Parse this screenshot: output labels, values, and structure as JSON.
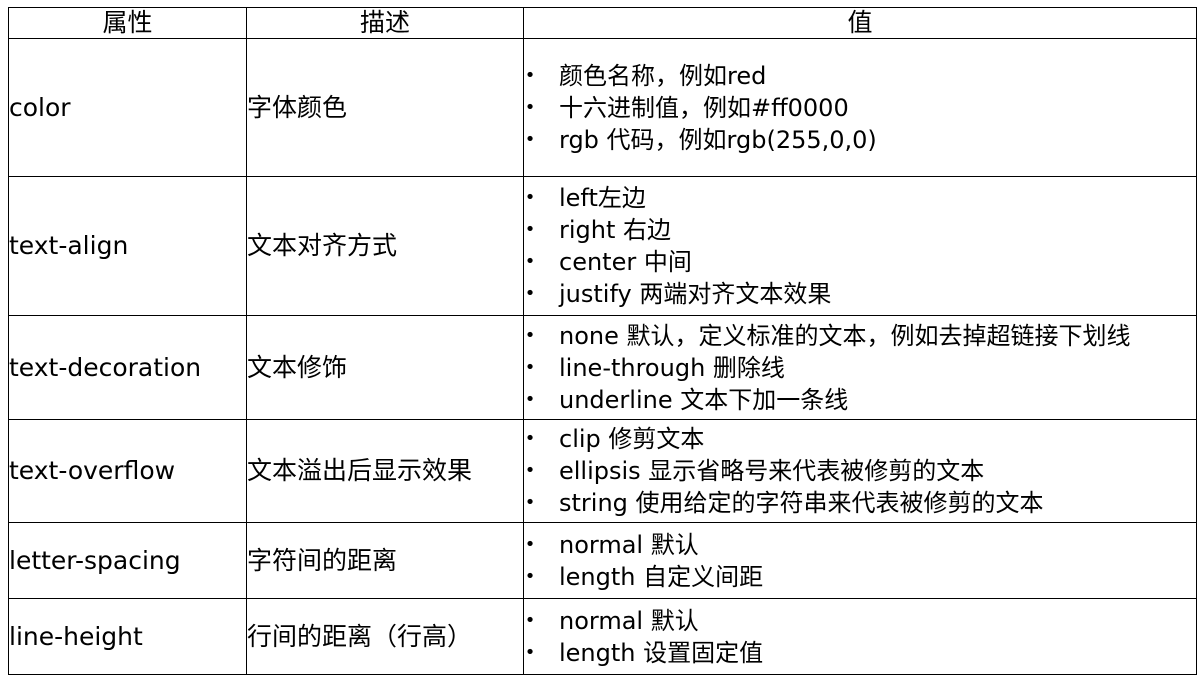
{
  "headers": {
    "property": "属性",
    "description": "描述",
    "value": "值"
  },
  "rows": [
    {
      "property": "color",
      "description": "字体颜色",
      "values": [
        "颜色名称，例如red",
        "十六进制值，例如#ff0000",
        "rgb 代码，例如rgb(255,0,0)"
      ]
    },
    {
      "property": "text-align",
      "description": "文本对齐方式",
      "values": [
        "left左边",
        "right 右边",
        "center 中间",
        "justify 两端对齐文本效果"
      ]
    },
    {
      "property": "text-decoration",
      "description": "文本修饰",
      "values": [
        "none 默认，定义标准的文本，例如去掉超链接下划线",
        "line-through 删除线",
        "underline 文本下加一条线"
      ]
    },
    {
      "property": "text-overflow",
      "description": "文本溢出后显示效果",
      "values": [
        "clip 修剪文本",
        "ellipsis 显示省略号来代表被修剪的文本",
        "string 使用给定的字符串来代表被修剪的文本"
      ]
    },
    {
      "property": "letter-spacing",
      "description": "字符间的距离",
      "values": [
        "normal 默认",
        "length 自定义间距"
      ]
    },
    {
      "property": "line-height",
      "description": "行间的距离（行高）",
      "values": [
        "normal 默认",
        "length 设置固定值"
      ]
    }
  ]
}
